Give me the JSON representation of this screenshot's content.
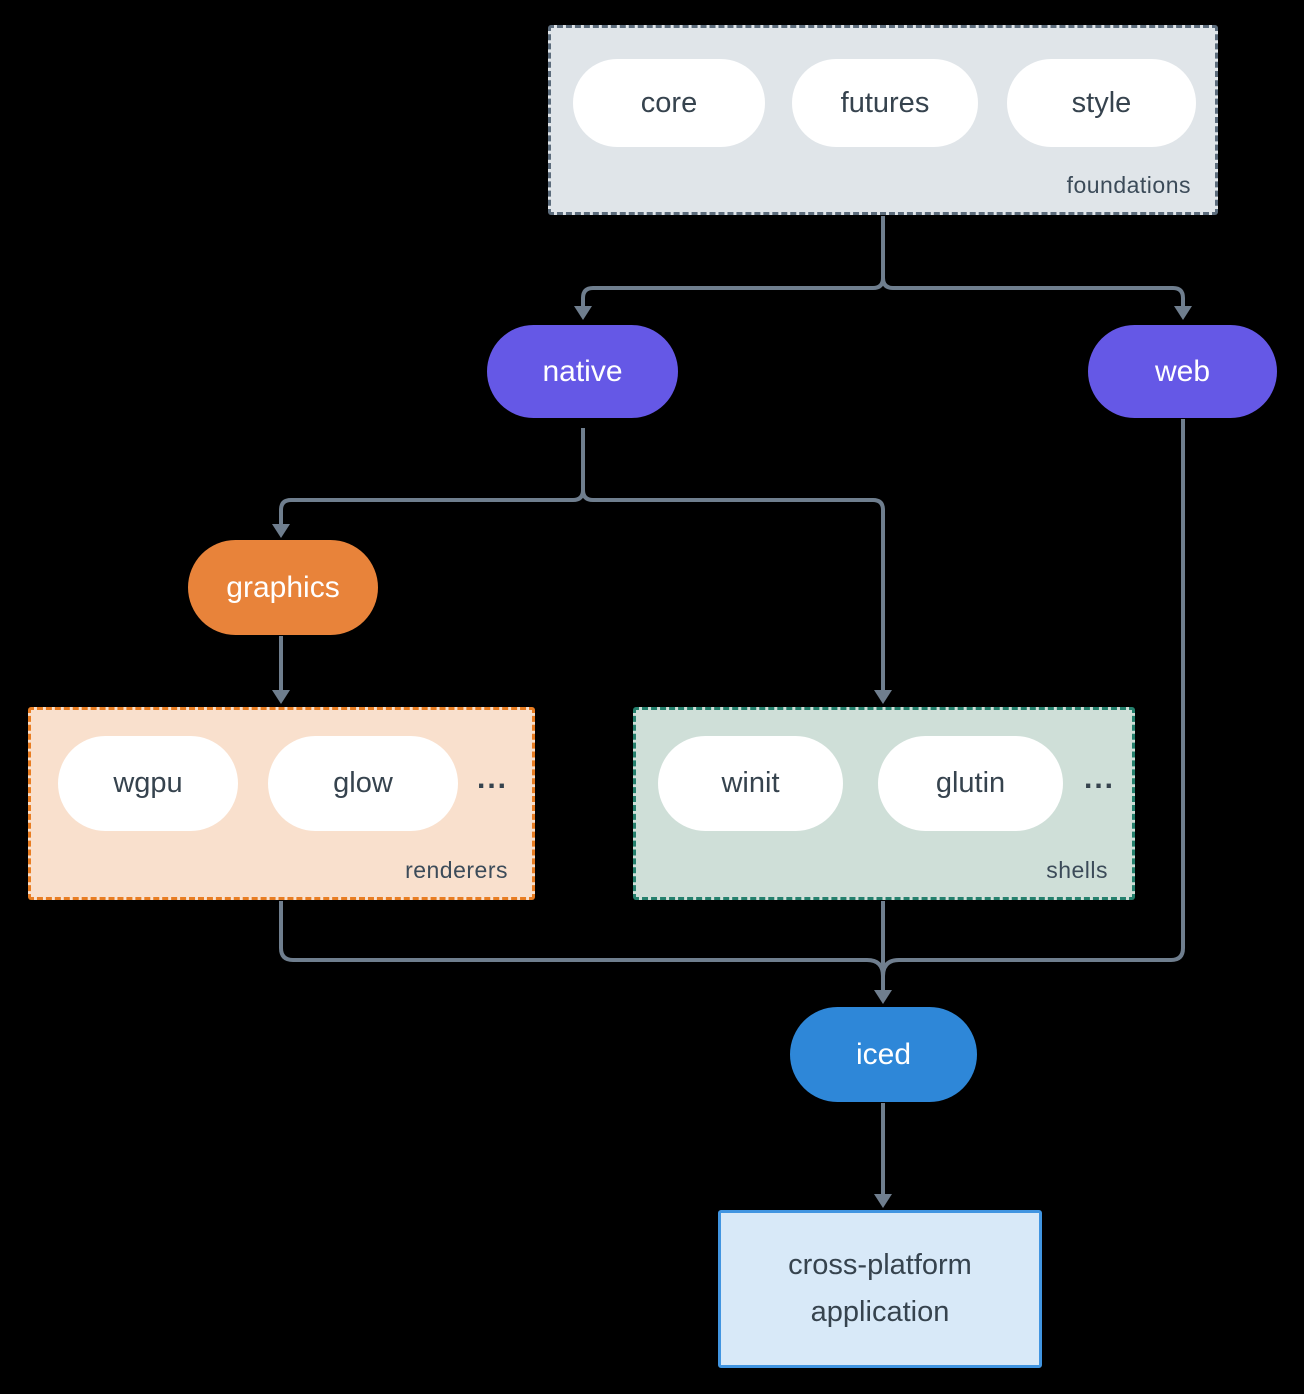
{
  "diagram": {
    "background": "#000000",
    "arrow_color": "#6f7e8e"
  },
  "groups": {
    "foundations": {
      "label": "foundations",
      "pills": [
        "core",
        "futures",
        "style"
      ],
      "fill": "#e0e5e9",
      "border": "#5c6c7c"
    },
    "renderers": {
      "label": "renderers",
      "pills": [
        "wgpu",
        "glow"
      ],
      "ellipsis": "...",
      "fill": "#f9e0cd",
      "border": "#e87d22"
    },
    "shells": {
      "label": "shells",
      "pills": [
        "winit",
        "glutin"
      ],
      "ellipsis": "...",
      "fill": "#cfdfd8",
      "border": "#25806d"
    }
  },
  "nodes": {
    "native": {
      "label": "native",
      "color": "#6558e6"
    },
    "web": {
      "label": "web",
      "color": "#6558e6"
    },
    "graphics": {
      "label": "graphics",
      "color": "#e8833a"
    },
    "iced": {
      "label": "iced",
      "color": "#2e87d8"
    },
    "application": {
      "label": "cross-platform application",
      "fill": "#d8e9f8",
      "border": "#4195e1"
    }
  }
}
